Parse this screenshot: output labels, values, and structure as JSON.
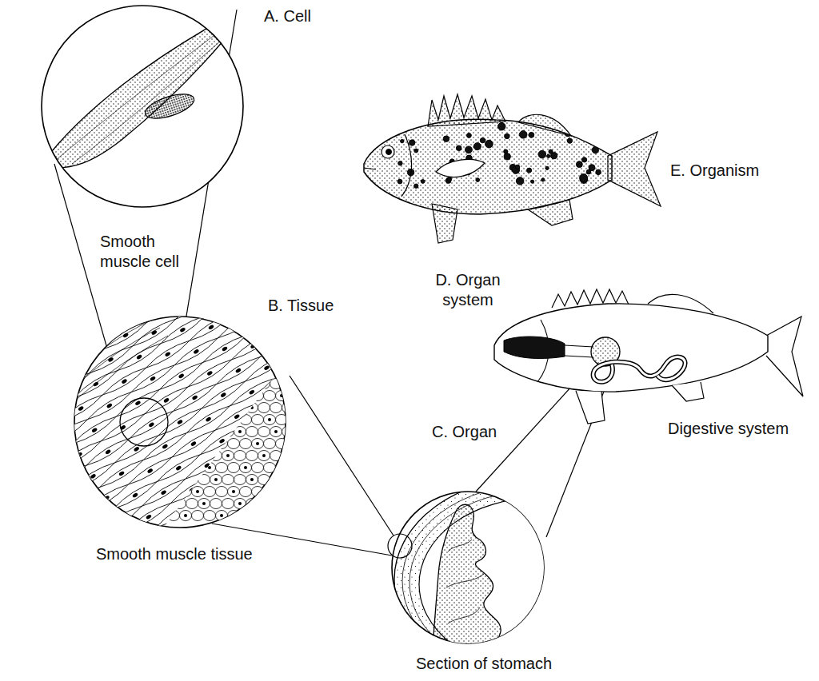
{
  "diagram": {
    "labels": [
      "A. Cell",
      "Smooth muscle cell",
      "B. Tissue",
      "Smooth muscle tissue",
      "E. Organism",
      "D. Organ system",
      "C. Organ",
      "Digestive system",
      "Section of stomach"
    ]
  }
}
